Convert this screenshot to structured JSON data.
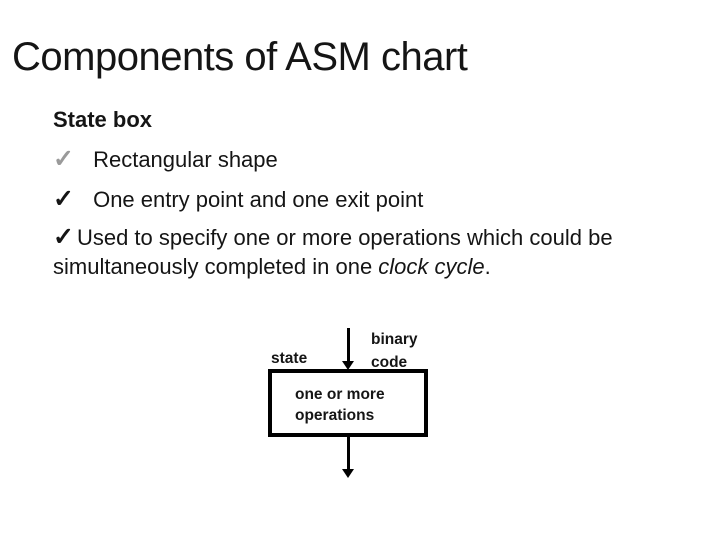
{
  "slide": {
    "title": "Components of ASM chart",
    "section": {
      "heading": "State box",
      "bullets": [
        {
          "icon": "✓",
          "text": "Rectangular shape"
        },
        {
          "icon": "✓",
          "text": "One entry point and one exit point"
        },
        {
          "icon": "✓",
          "text": "Used to specify one or more operations which could be simultaneously completed in one ",
          "italic_text": "clock cycle",
          "suffix": "."
        }
      ]
    },
    "diagram": {
      "entry_label_line1": "binary",
      "entry_label_line2": "code",
      "state_label": "state",
      "box_text_line1": "one or more",
      "box_text_line2": "operations"
    },
    "colors": {
      "background": "#ffffff",
      "text": "#151515",
      "muted_check": "#9a9a9a",
      "diagram_line": "#000000"
    }
  }
}
